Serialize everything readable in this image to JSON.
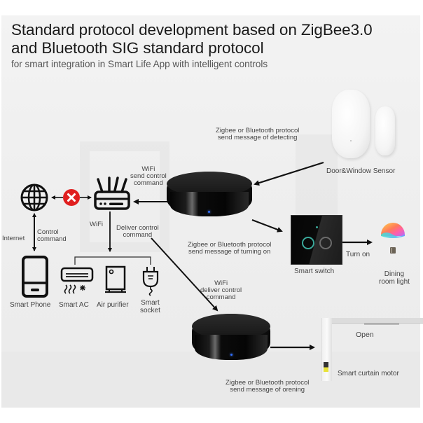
{
  "header": {
    "title_line1": "Standard protocol development based on ZigBee3.0",
    "title_line2": "and Bluetooth SIG standard protocol",
    "subtitle": "for smart integration in Smart Life App with intelligent controls"
  },
  "nodes": {
    "internet": {
      "icon": "globe-icon"
    },
    "blocked": {
      "icon": "red-x-icon",
      "color": "#e02020"
    },
    "router": {
      "icon": "router-icon",
      "label": "WiFi"
    },
    "hub_top": {
      "label_line1": "WiFi",
      "label_line2": "send control",
      "label_line3": "command"
    },
    "hub_bottom": {
      "label_line1": "WiFi",
      "label_line2": "deliver control",
      "label_line3": "command"
    },
    "door_sensor": {
      "label": "Door&Window Sensor"
    },
    "smart_switch": {
      "label": "Smart switch"
    },
    "bulb": {
      "label_line1": "Dining",
      "label_line2": "room light"
    },
    "curtain": {
      "label": "Smart curtain motor",
      "state": "Open"
    },
    "devices": [
      {
        "icon": "smartphone-icon",
        "label_line1": "Smart Phone",
        "label_line2": ""
      },
      {
        "icon": "air-conditioner-icon",
        "label_line1": "Smart AC",
        "label_line2": ""
      },
      {
        "icon": "air-purifier-icon",
        "label_line1": "Air purifier",
        "label_line2": ""
      },
      {
        "icon": "plug-socket-icon",
        "label_line1": "Smart",
        "label_line2": "socket"
      }
    ]
  },
  "edges": {
    "internet_label": "Internet",
    "control_command": {
      "line1": "Control",
      "line2": "command"
    },
    "deliver_control": {
      "line1": "Deliver control",
      "line2": "command"
    },
    "sensor_to_hub": {
      "line1": "Zigbee or Bluetooth protocol",
      "line2": "send message of detecting"
    },
    "hub_to_switch": {
      "line1": "Zigbee or Bluetooth protocol",
      "line2": "send message of turning on"
    },
    "switch_to_bulb": "Turn on",
    "hub_to_curtain": {
      "line1": "Zigbee or Bluetooth protocol",
      "line2": "send message of orening"
    }
  },
  "colors": {
    "arrow": "#111111",
    "error_red": "#e02020",
    "switch_ring": "#3aa89a",
    "led_blue": "#2f6dff"
  }
}
